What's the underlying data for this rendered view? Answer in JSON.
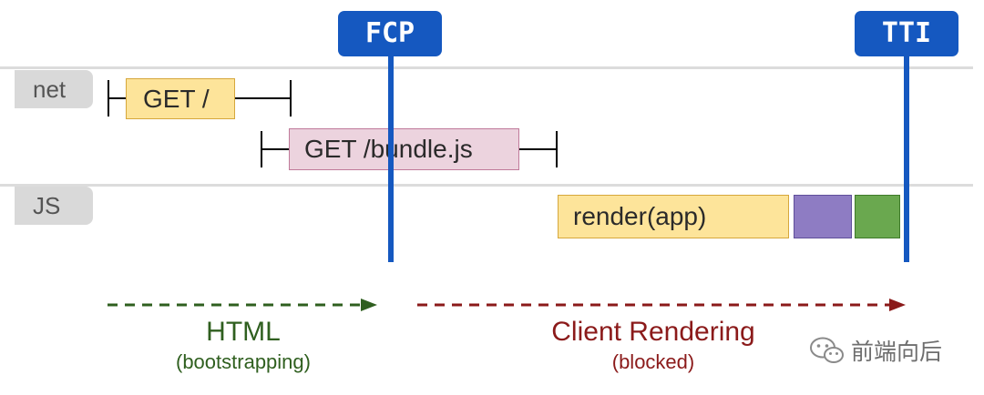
{
  "markers": {
    "fcp": "FCP",
    "tti": "TTI"
  },
  "rows": {
    "net": "net",
    "js": "JS"
  },
  "requests": {
    "get_root": "GET /",
    "get_bundle": "GET /bundle.js"
  },
  "tasks": {
    "render": "render(app)"
  },
  "phases": {
    "html_title": "HTML",
    "html_subtitle": "(bootstrapping)",
    "client_title": "Client Rendering",
    "client_subtitle": "(blocked)"
  },
  "watermark": {
    "text": "前端向后",
    "icon": "wechat-icon"
  },
  "colors": {
    "marker_blue": "#1558c0",
    "get_root_fill": "#fde49a",
    "get_root_border": "#d6a73c",
    "bundle_fill": "#ecd3de",
    "bundle_border": "#c07a9a",
    "render_fill": "#fde49a",
    "purple_task": "#8e7cc3",
    "green_task": "#6aa84f",
    "html_arrow": "#2f5f1f",
    "client_arrow": "#8b1a1a"
  }
}
